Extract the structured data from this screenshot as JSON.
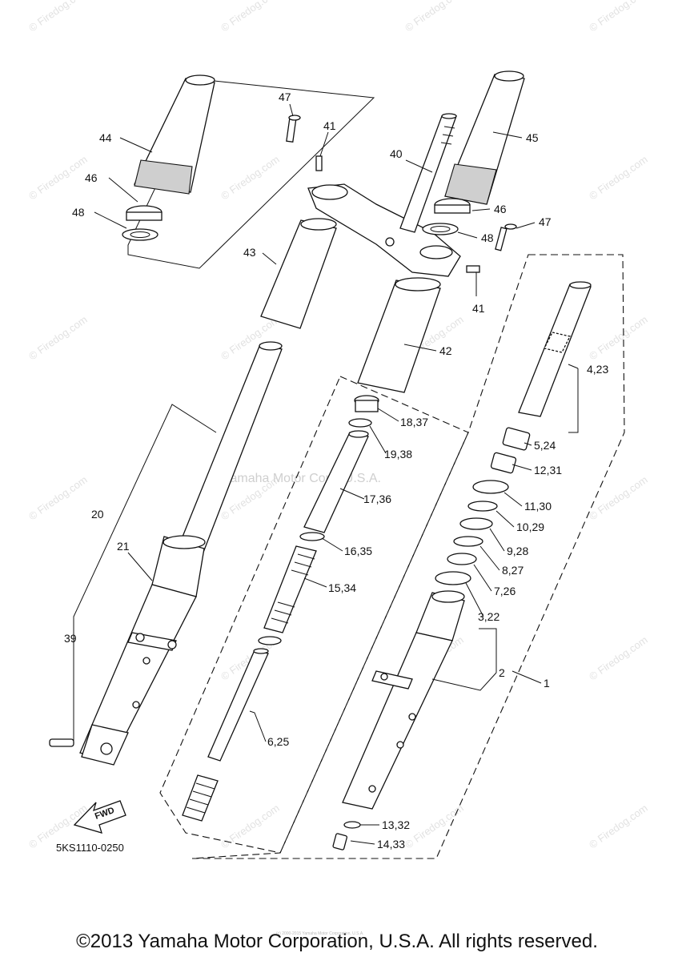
{
  "watermark": {
    "site": "© Firedog.com",
    "center": "Yamaha Motor Corp, U.S.A.",
    "small_copyright": "(c) 2000-2015 Yamaha Motor Corporation, U.S.A."
  },
  "diagram_code": "5KS1110-0250",
  "direction_label": "FWD",
  "callouts": {
    "c1": "1",
    "c2": "2",
    "c3": "3,22",
    "c4": "4,23",
    "c5": "5,24",
    "c6": "6,25",
    "c7": "7,26",
    "c8": "8,27",
    "c9": "9,28",
    "c10": "10,29",
    "c11": "11,30",
    "c12": "12,31",
    "c13": "13,32",
    "c14": "14,33",
    "c15": "15,34",
    "c16": "16,35",
    "c17": "17,36",
    "c18": "18,37",
    "c19": "19,38",
    "c20": "20",
    "c21": "21",
    "c39": "39",
    "c40": "40",
    "c41a": "41",
    "c41b": "41",
    "c42": "42",
    "c43": "43",
    "c44": "44",
    "c45": "45",
    "c46a": "46",
    "c46b": "46",
    "c47a": "47",
    "c47b": "47",
    "c48a": "48",
    "c48b": "48"
  },
  "footer": "©2013 Yamaha Motor Corporation, U.S.A. All rights reserved."
}
